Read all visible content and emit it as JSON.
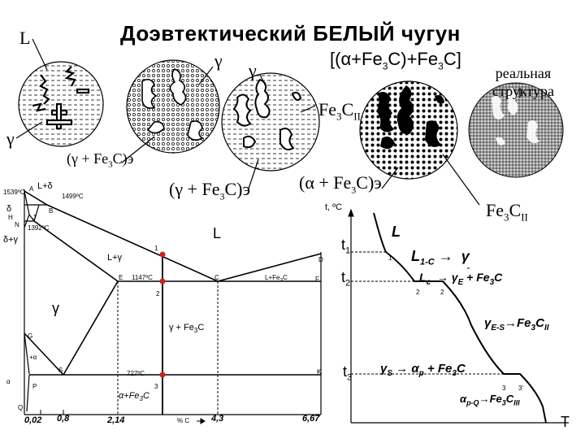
{
  "title": "Доэвтектический БЕЛЫЙ чугун",
  "micro": {
    "L": "L",
    "gamma_top": "γ",
    "gamma_left": "γ",
    "gamma_mid": "γ",
    "ledeb_bracket": "[(α+Fe3C)+Fe3C]",
    "real_structure": [
      "реальная",
      "структура"
    ],
    "fe3c_ii_mid": "Fe3CII",
    "gamma_fe3c_e_left": "(γ + Fe3C)э",
    "gamma_fe3c_e_mid": "(γ + Fe3C)э",
    "alpha_fe3c_e": "(α + Fe3C)э",
    "fe3c_ii_right": "Fe3CII"
  },
  "phase_diagram": {
    "temps": [
      "1539ºC",
      "1499ºC",
      "1392ºC",
      "1147ºC",
      "727ºC"
    ],
    "points": [
      "A",
      "B",
      "H",
      "J",
      "N",
      "E",
      "C",
      "F",
      "D",
      "G",
      "S",
      "P",
      "K",
      "Q"
    ],
    "regions": [
      "L+δ",
      "δ",
      "δ+γ",
      "L",
      "L+γ",
      "L+Fe3C",
      "γ",
      "γ + Fe3C",
      "α+Fe3C",
      "α",
      "+α"
    ],
    "x_ticks": [
      "0,02",
      "0,8",
      "2,14",
      "4,3",
      "6,67"
    ],
    "x_axis_label": "% C",
    "markers": [
      "1",
      "2",
      "3"
    ]
  },
  "cooling_curve": {
    "y_axis_label": "t, ºC",
    "x_axis_label": "T",
    "curve_label": "L",
    "t_labels": [
      "t1",
      "t2",
      "t3"
    ],
    "point_labels": [
      "1",
      "1",
      "2",
      "2",
      "3",
      "3'"
    ],
    "reactions": {
      "r1": "L1-C → γ",
      "r2": "Lc → γE + Fe3C",
      "r3": "γE-S→Fe3CII",
      "r4": "γS → αp + Fe3C",
      "r5": "αp-Q→Fe3CIII"
    }
  }
}
